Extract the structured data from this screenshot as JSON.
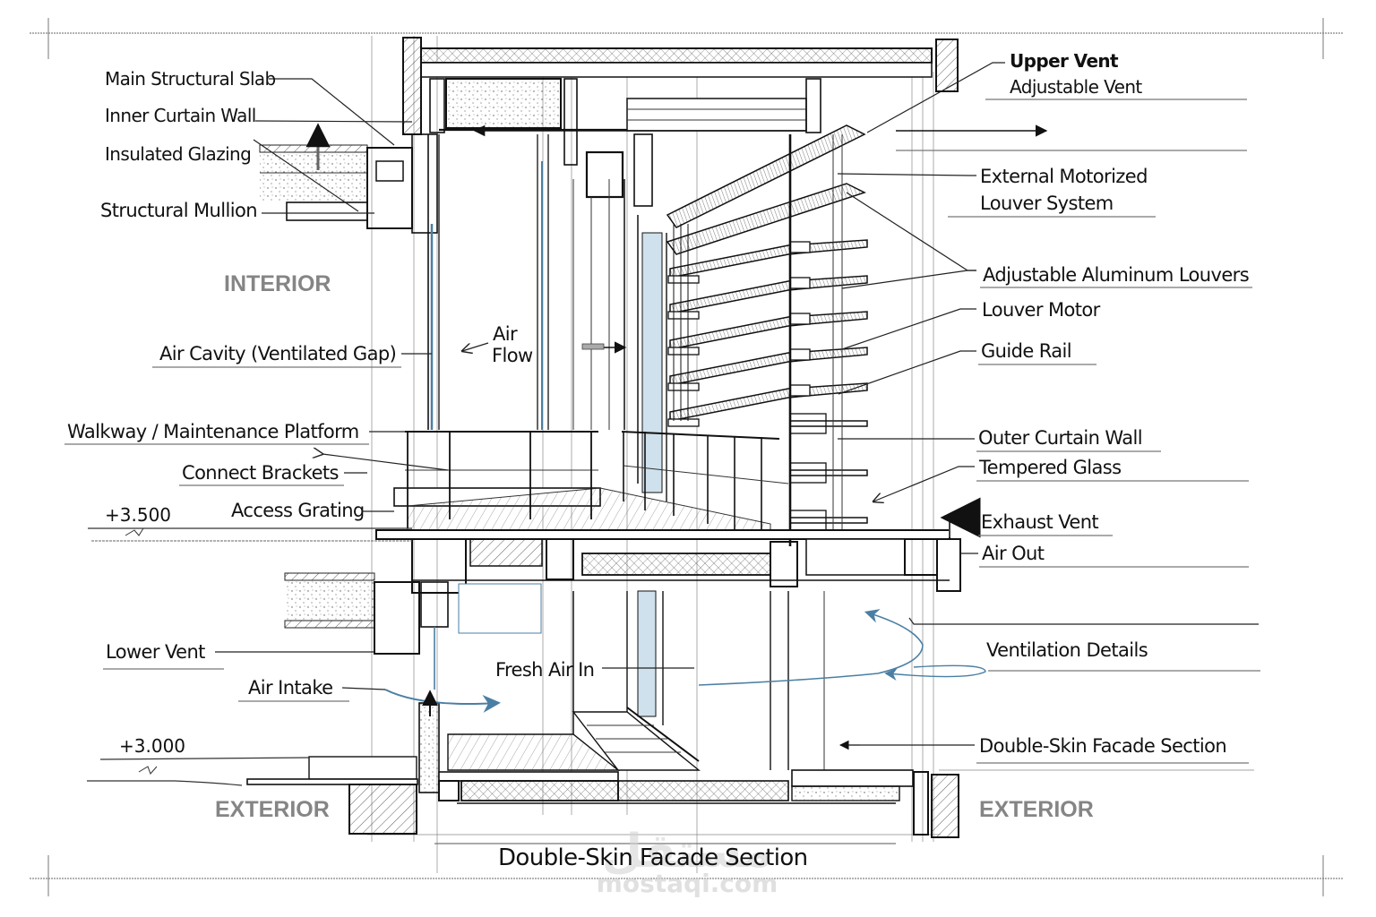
{
  "title": "Double-Skin Facade Section",
  "watermark": {
    "arabic": "مستقل",
    "latin": "mostaqi.com"
  },
  "zones": {
    "interior": "INTERIOR",
    "exterior_left": "EXTERIOR",
    "exterior_right": "EXTERIOR"
  },
  "levels": {
    "upper": "+3.500",
    "lower": "+3.000"
  },
  "center_labels": {
    "air": "Air",
    "flow": "Flow",
    "fresh_air_in": "Fresh Air In"
  },
  "left_labels": [
    "Main Structural Slab",
    "Inner Curtain Wall",
    "Insulated Glazing",
    "Structural Mullion",
    "Air Cavity (Ventilated Gap)",
    "Walkway / Maintenance Platform",
    "Connect Brackets",
    "Access Grating",
    "Lower Vent",
    "Air Intake"
  ],
  "right_labels": [
    "Upper Vent",
    "Adjustable Vent",
    "External Motorized",
    "Louver System",
    "Adjustable Aluminum Louvers",
    "Louver Motor",
    "Guide Rail",
    "Outer Curtain Wall",
    "Tempered Glass",
    "Exhaust Vent",
    "Air Out",
    "Ventilation Details",
    "Double-Skin Facade Section"
  ],
  "colors": {
    "ink": "#111111",
    "zone_gray": "#858585",
    "airflow_blue": "#4a7fa4",
    "glass_blue": "#cfe1ec"
  }
}
